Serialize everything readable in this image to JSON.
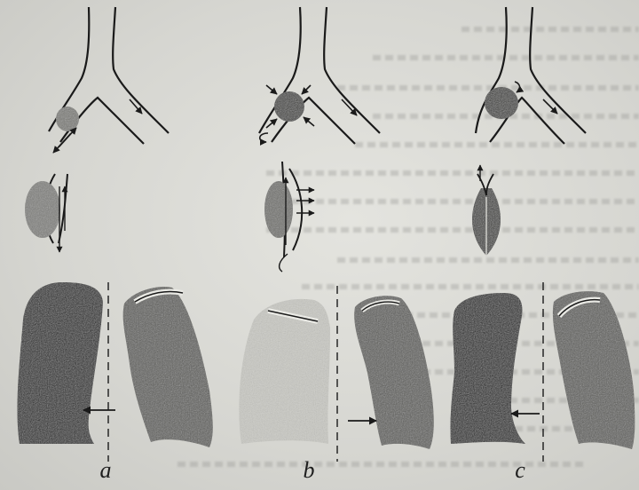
{
  "figure": {
    "panel_labels": [
      "a",
      "b",
      "c"
    ]
  },
  "colors": {
    "ink": "#1a1a1a",
    "lesion_dark": "#3c3c3a",
    "lesion_medium": "#7a7a76",
    "lung_collapsed": "#151515",
    "lung_hyperinflated": "#dadad4",
    "lung_normal": "#5c5c58"
  },
  "icons": [
    "bronchus-diagram",
    "lesion-in-airway",
    "lung-silhouette",
    "mediastinal-shift-arrow"
  ]
}
